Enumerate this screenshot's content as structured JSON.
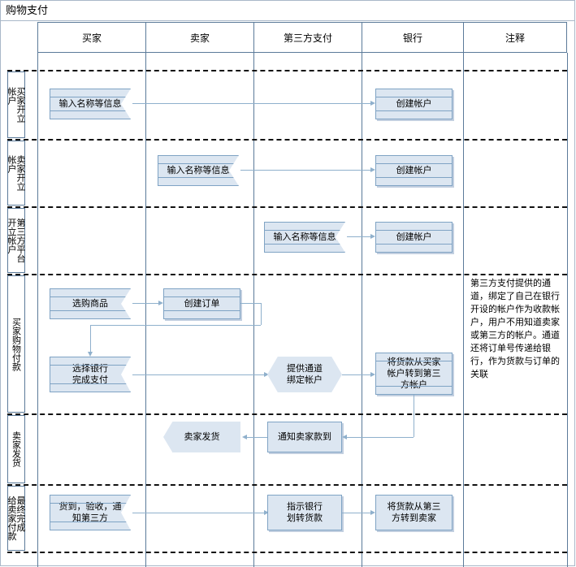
{
  "title": "购物支付",
  "columns": [
    {
      "label": "买家"
    },
    {
      "label": "卖家"
    },
    {
      "label": "第三方支付"
    },
    {
      "label": "银行"
    },
    {
      "label": "注释"
    }
  ],
  "lanes": [
    {
      "label": "买家开立帐户",
      "lines": [
        "买家开立",
        "帐户"
      ]
    },
    {
      "label": "卖家开立帐户",
      "lines": [
        "卖家开立",
        "帐户"
      ]
    },
    {
      "label": "第三方平台开立帐户",
      "lines": [
        "第三方平台",
        "开立帐户"
      ]
    },
    {
      "label": "买家购物付款",
      "lines": [
        "买家购物付款"
      ]
    },
    {
      "label": "卖家发货",
      "lines": [
        "卖家发货"
      ]
    },
    {
      "label": "最终完成给卖家付款",
      "lines": [
        "最终完成",
        "给卖家付款"
      ]
    }
  ],
  "nodes": {
    "buyer_input": "输入名称等信息",
    "buyer_create_acct": "创建帐户",
    "seller_input": "输入名称等信息",
    "seller_create_acct": "创建帐户",
    "tp_input": "输入名称等信息",
    "tp_create_acct": "创建帐户",
    "select_goods": "选购商品",
    "create_order": "创建订单",
    "select_bank_pay": "选择银行\n完成支付",
    "provide_channel": "提供通道\n绑定帐户",
    "transfer_to_tp": "将货款从买家\n帐户转到第三\n方帐户",
    "seller_ship": "卖家发货",
    "notify_seller": "通知卖家款到",
    "receive_confirm": "货到，验收，通\n知第三方",
    "instruct_bank": "指示银行\n划转货款",
    "transfer_to_seller": "将货款从第三\n方转到卖家"
  },
  "note": "第三方支付提供的通道，绑定了自己在银行开设的帐户作为收款帐户，用户不用知道卖家或第三方的帐户。通道还将订单号传递给银行，作为货款与订单的关联",
  "colors": {
    "node_fill": "#dce6f1",
    "node_border": "#7fa3c4",
    "connector": "#8fb0cc",
    "grid": "#5b7a99",
    "frame": "#a9b8c8"
  }
}
